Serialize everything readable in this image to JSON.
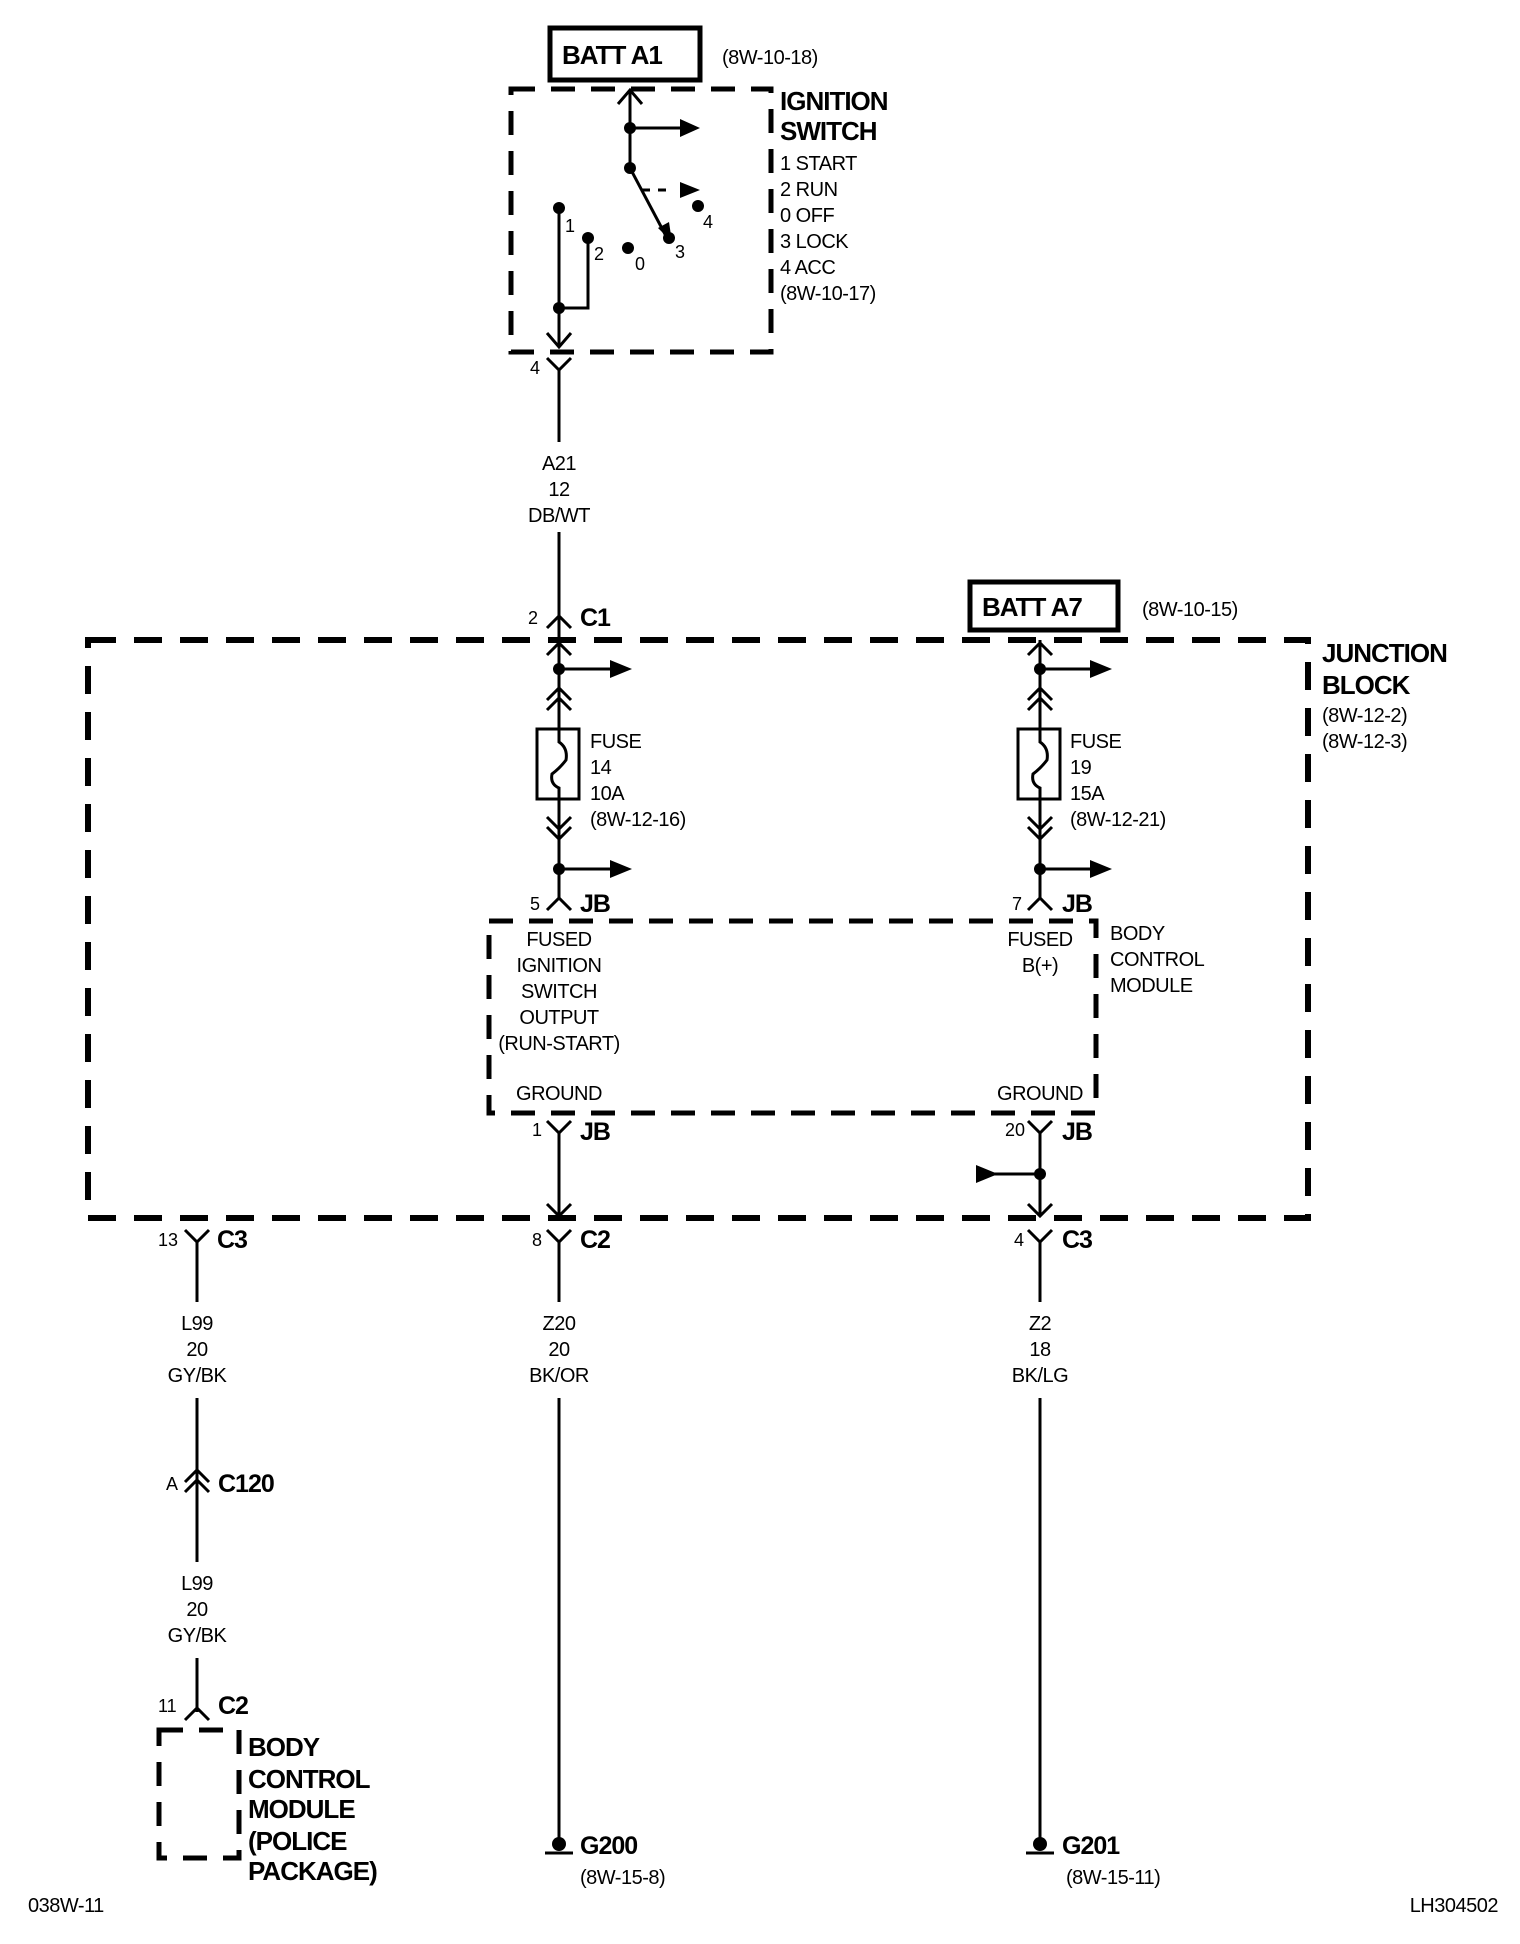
{
  "diagram": {
    "page_id": "038W-11",
    "figure_id": "LH304502",
    "batt_a1": {
      "label": "BATT A1",
      "ref": "(8W-10-18)"
    },
    "ignition_switch": {
      "title_line1": "IGNITION",
      "title_line2": "SWITCH",
      "positions": [
        "1 START",
        "2 RUN",
        "0 OFF",
        "3 LOCK",
        "4 ACC"
      ],
      "ref": "(8W-10-17)",
      "contact_labels": [
        "1",
        "2",
        "0",
        "3",
        "4"
      ],
      "output_pin": "4"
    },
    "wire_a21": {
      "circuit": "A21",
      "gauge": "12",
      "color": "DB/WT"
    },
    "connector_c1": {
      "pin": "2",
      "name": "C1"
    },
    "batt_a7": {
      "label": "BATT A7",
      "ref": "(8W-10-15)"
    },
    "junction_block": {
      "title_line1": "JUNCTION",
      "title_line2": "BLOCK",
      "refs": [
        "(8W-12-2)",
        "(8W-12-3)"
      ]
    },
    "fuse_14": {
      "label": "FUSE",
      "number": "14",
      "rating": "10A",
      "ref": "(8W-12-16)"
    },
    "fuse_19": {
      "label": "FUSE",
      "number": "19",
      "rating": "15A",
      "ref": "(8W-12-21)"
    },
    "jb_pin5": {
      "pin": "5",
      "name": "JB"
    },
    "jb_pin7": {
      "pin": "7",
      "name": "JB"
    },
    "jb_pin1": {
      "pin": "1",
      "name": "JB"
    },
    "jb_pin20": {
      "pin": "20",
      "name": "JB"
    },
    "bcm": {
      "title_lines": [
        "BODY",
        "CONTROL",
        "MODULE"
      ],
      "fused_ign_lines": [
        "FUSED",
        "IGNITION",
        "SWITCH",
        "OUTPUT",
        "(RUN-START)"
      ],
      "fused_bplus_lines": [
        "FUSED",
        "B(+)"
      ],
      "ground_left": "GROUND",
      "ground_right": "GROUND"
    },
    "c3_13": {
      "pin": "13",
      "name": "C3"
    },
    "c2_8": {
      "pin": "8",
      "name": "C2"
    },
    "c3_4": {
      "pin": "4",
      "name": "C3"
    },
    "wire_l99_upper": {
      "circuit": "L99",
      "gauge": "20",
      "color": "GY/BK"
    },
    "c120": {
      "pin": "A",
      "name": "C120"
    },
    "wire_l99_lower": {
      "circuit": "L99",
      "gauge": "20",
      "color": "GY/BK"
    },
    "c2_11": {
      "pin": "11",
      "name": "C2"
    },
    "bcm_police": {
      "title_lines": [
        "BODY",
        "CONTROL",
        "MODULE",
        "(POLICE",
        "PACKAGE)"
      ]
    },
    "wire_z20": {
      "circuit": "Z20",
      "gauge": "20",
      "color": "BK/OR"
    },
    "wire_z2": {
      "circuit": "Z2",
      "gauge": "18",
      "color": "BK/LG"
    },
    "ground_g200": {
      "name": "G200",
      "ref": "(8W-15-8)"
    },
    "ground_g201": {
      "name": "G201",
      "ref": "(8W-15-11)"
    }
  }
}
